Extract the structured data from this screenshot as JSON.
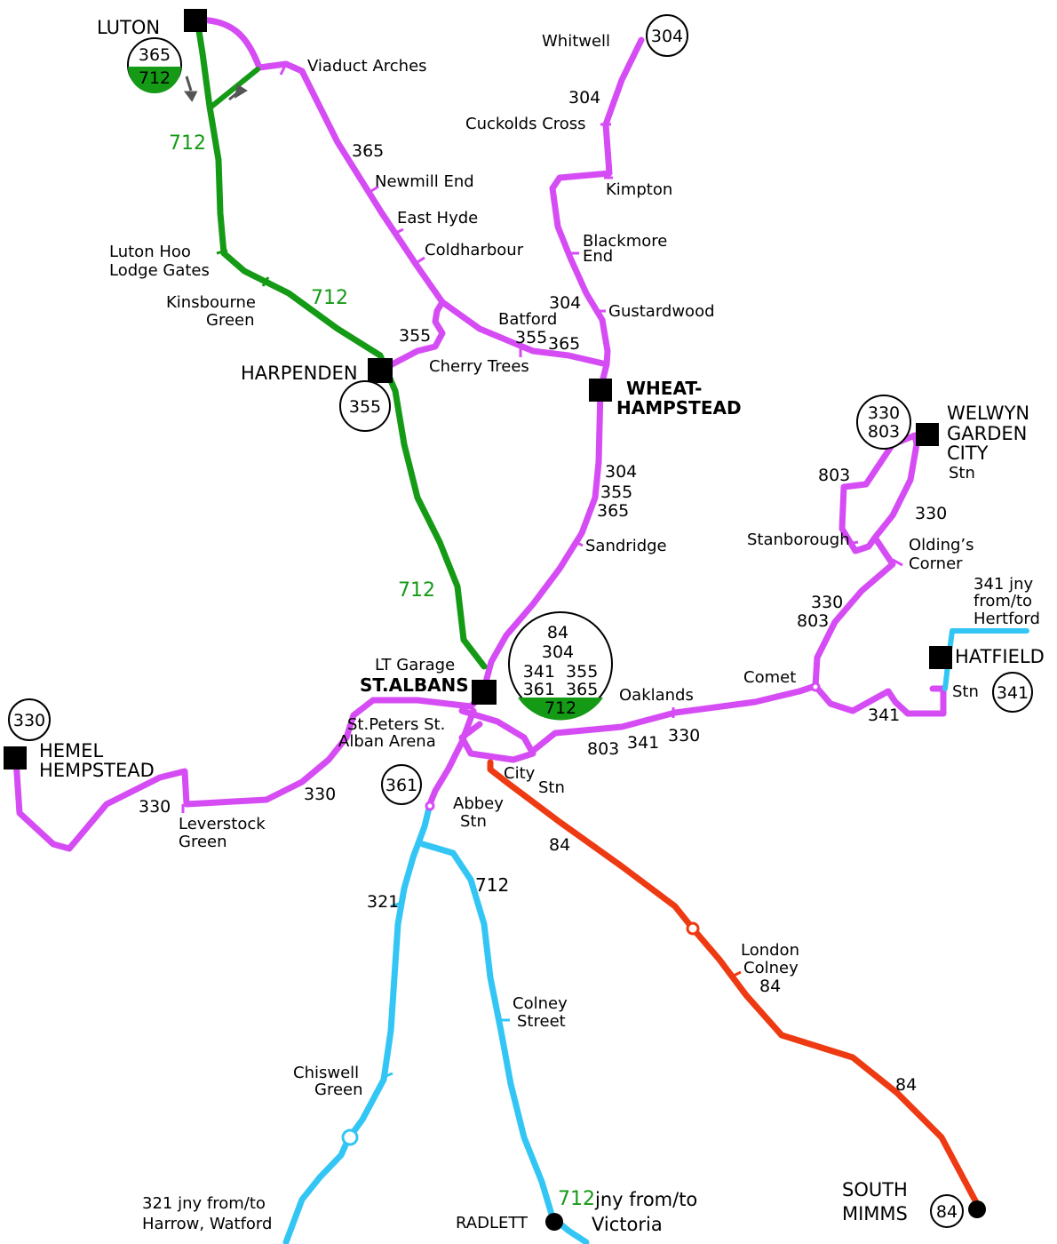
{
  "colors": {
    "purple": "#d64cf4",
    "green": "#159a16",
    "blue": "#33c6f5",
    "red": "#ee3a12",
    "yellow": "#ffff44",
    "black": "#000000"
  },
  "towns": {
    "luton": "LUTON",
    "harpenden": "HARPENDEN",
    "wheat1": "WHEAT-",
    "wheat2": "HAMPSTEAD",
    "stalbans": "ST.ALBANS",
    "hemel1": "HEMEL",
    "hemel2": "HEMPSTEAD",
    "welwyn1": "WELWYN",
    "welwyn2": "GARDEN",
    "welwyn3": "CITY",
    "welwyn4": "Stn",
    "hatfield": "HATFIELD",
    "hatfield_stn": "Stn",
    "southmimms1": "SOUTH",
    "southmimms2": "MIMMS",
    "radlett": "RADLETT"
  },
  "stops": {
    "viaduct": "Viaduct Arches",
    "whitwell": "Whitwell",
    "cuckolds": "Cuckolds Cross",
    "kimpton": "Kimpton",
    "newmill": "Newmill End",
    "easthyde": "East Hyde",
    "coldharbour": "Coldharbour",
    "blackmore1": "Blackmore",
    "blackmore2": "End",
    "gustardwood": "Gustardwood",
    "lutonhoo1": "Luton Hoo",
    "lutonhoo2": "Lodge Gates",
    "kinsbourne1": "Kinsbourne",
    "kinsbourne2": "Green",
    "batford": "Batford",
    "cherrytrees": "Cherry Trees",
    "sandridge": "Sandridge",
    "stanborough": "Stanborough",
    "oldings1": "Olding’s",
    "oldings2": "Corner",
    "ltgarage": "LT Garage",
    "oaklands": "Oaklands",
    "comet": "Comet",
    "stpeters": "St.Peters St.",
    "albanarena": "Alban Arena",
    "city": "City",
    "citystn": "Stn",
    "abbey1": "Abbey",
    "abbey2": "Stn",
    "leverstock1": "Leverstock",
    "leverstock2": "Green",
    "londoncolney1": "London",
    "londoncolney2": "Colney",
    "colneystreet1": "Colney",
    "colneystreet2": "Street",
    "chiswell1": "Chiswell",
    "chiswell2": "Green"
  },
  "notes": {
    "hertford1": "341 jny",
    "hertford2": "from/to",
    "hertford3": "Hertford",
    "harrow1": "321 jny from/to",
    "harrow2": "Harrow, Watford",
    "victoria_route": "712",
    "victoria1": "jny from/to",
    "victoria2": "Victoria"
  },
  "route_labels": {
    "r712": "712",
    "r365": "365",
    "r304": "304",
    "r355": "355",
    "r330": "330",
    "r803": "803",
    "r341": "341",
    "r84": "84",
    "r321": "321",
    "r361": "361"
  },
  "badges": {
    "luton_top": "365",
    "luton_bottom": "712",
    "whitwell": "304",
    "harpenden": "355",
    "welwyn_top": "330",
    "welwyn_bottom": "803",
    "hemel": "330",
    "hatfield": "341",
    "abbey": "361",
    "southmimms": "84",
    "stalbans_row1": "84",
    "stalbans_row2": "304",
    "stalbans_row3": "341  355",
    "stalbans_row4": "361  365",
    "stalbans_row5": "712"
  }
}
